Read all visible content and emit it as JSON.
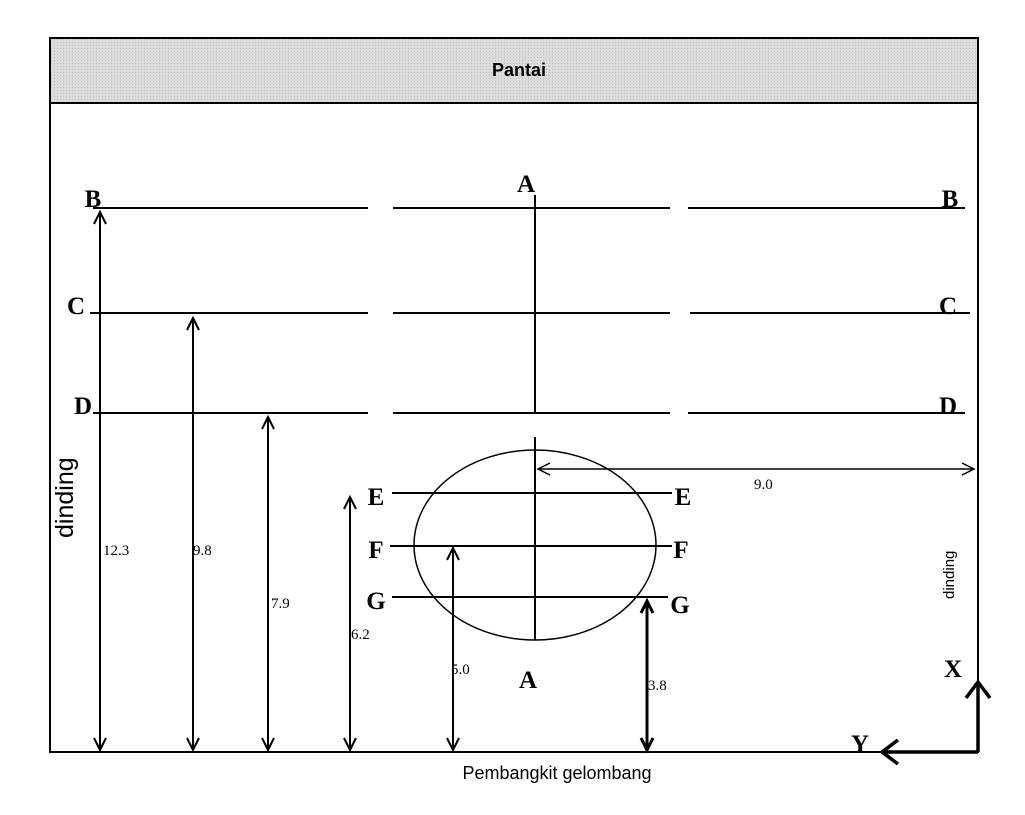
{
  "title": "Pantai",
  "bottom_label": "Pembangkit gelombang",
  "wall_left": "dinding",
  "wall_right": "dinding",
  "axes": {
    "x": "X",
    "y": "Y"
  },
  "labels": {
    "A_top": "A",
    "A_bottom": "A",
    "B_left": "B",
    "B_right": "B",
    "C_left": "C",
    "C_right": "C",
    "D_left": "D",
    "D_right": "D",
    "E_left": "E",
    "E_right": "E",
    "F_left": "F",
    "F_right": "F",
    "G_left": "G",
    "G_right": "G"
  },
  "distances": {
    "B": "12.3",
    "C": "9.8",
    "D": "7.9",
    "E": "6.2",
    "F": "5.0",
    "G": "3.8",
    "A_to_wall": "9.0"
  },
  "colors": {
    "line": "#000000",
    "header_fill": "#d9d9d9"
  }
}
